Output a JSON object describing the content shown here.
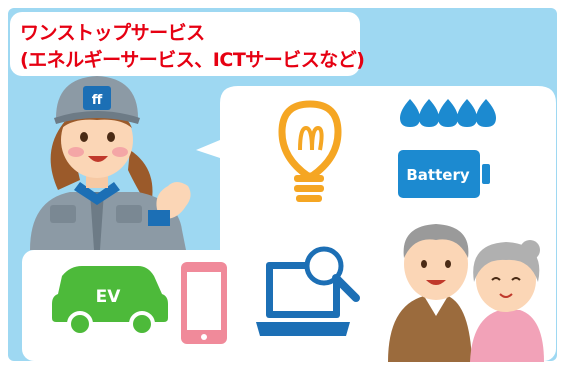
{
  "title": {
    "line1": "ワンストップサービス",
    "line2": "(エネルギーサービス、ICTサービスなど)",
    "color": "#e60012"
  },
  "icons": {
    "battery_label": "Battery",
    "ev_label": "EV",
    "cap_logo": "ff"
  },
  "colors": {
    "background": "#9ed8f2",
    "bubble": "#ffffff",
    "accent_blue": "#1c8ad0",
    "ev_green": "#4dba3a",
    "bulb_orange": "#f5a623",
    "phone_pink": "#f08a9a"
  }
}
